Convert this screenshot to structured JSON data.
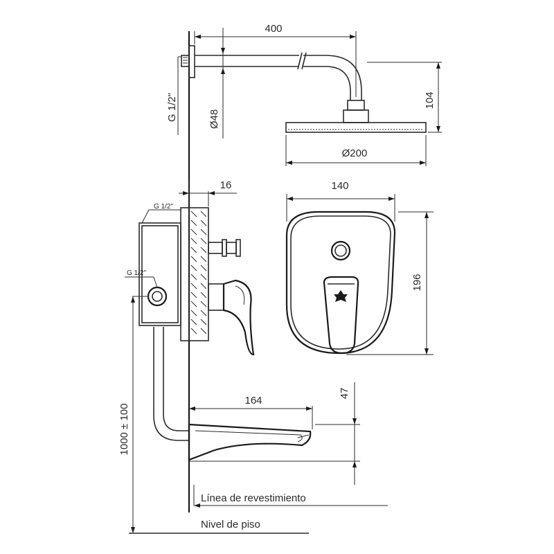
{
  "dimensions": {
    "arm_length": "400",
    "arm_height": "104",
    "arm_diameter": "Ø48",
    "head_diameter": "Ø200",
    "connection_top": "G 1/2\"",
    "body_depth": "16",
    "plate_width": "140",
    "plate_height": "196",
    "body_connection_top": "G 1/2\"",
    "body_connection_side": "G 1/2\"",
    "spout_length": "164",
    "spout_height": "47",
    "mixer_height": "1000 ± 100"
  },
  "labels": {
    "cladding_line": "Línea de revestimiento",
    "floor_level": "Nivel de piso"
  }
}
